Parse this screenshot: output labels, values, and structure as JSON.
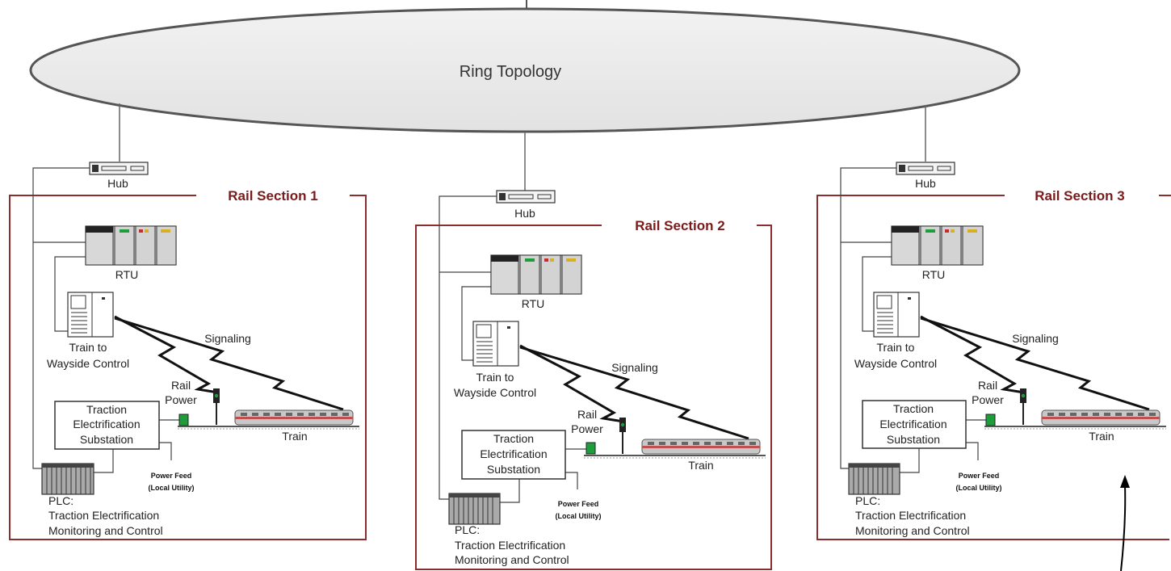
{
  "ring": {
    "label": "Ring Topology"
  },
  "sections": [
    {
      "title": "Rail Section 1",
      "hub": "Hub",
      "rtu": "RTU",
      "wayside": [
        "Train to",
        "Wayside Control"
      ],
      "signaling": "Signaling",
      "rail_power": [
        "Rail",
        "Power"
      ],
      "substation": [
        "Traction",
        "Electrification",
        "Substation"
      ],
      "train": "Train",
      "power_feed": [
        "Power Feed",
        "(Local Utility)"
      ],
      "plc": [
        "PLC:",
        "Traction Electrification",
        "Monitoring and Control"
      ]
    },
    {
      "title": "Rail Section 2",
      "hub": "Hub",
      "rtu": "RTU",
      "wayside": [
        "Train to",
        "Wayside Control"
      ],
      "signaling": "Signaling",
      "rail_power": [
        "Rail",
        "Power"
      ],
      "substation": [
        "Traction",
        "Electrification",
        "Substation"
      ],
      "train": "Train",
      "power_feed": [
        "Power Feed",
        "(Local Utility)"
      ],
      "plc": [
        "PLC:",
        "Traction Electrification",
        "Monitoring and Control"
      ]
    },
    {
      "title": "Rail Section 3",
      "hub": "Hub",
      "rtu": "RTU",
      "wayside": [
        "Train to",
        "Wayside Control"
      ],
      "signaling": "Signaling",
      "rail_power": [
        "Rail",
        "Power"
      ],
      "substation": [
        "Traction",
        "Electrification",
        "Substation"
      ],
      "train": "Train",
      "power_feed": [
        "Power Feed",
        "(Local Utility)"
      ],
      "plc": [
        "PLC:",
        "Traction Electrification",
        "Monitoring and Control"
      ]
    }
  ],
  "colors": {
    "section_border": "#8b2e2e",
    "title": "#7a1a1a",
    "signal_green": "#1e9e3a",
    "rail_stripe": "#c05050"
  }
}
